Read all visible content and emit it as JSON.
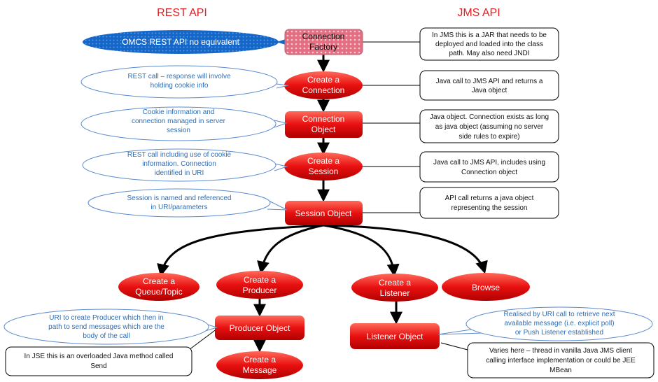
{
  "headers": {
    "rest": "REST API",
    "jms": "JMS API"
  },
  "omcs": [
    "OMCS REST API no equivalent"
  ],
  "nodes": {
    "connection_factory": [
      "Connection",
      "Factory"
    ],
    "create_connection": [
      "Create a",
      "Connection"
    ],
    "connection_object": [
      "Connection",
      "Object"
    ],
    "create_session": [
      "Create a",
      "Session"
    ],
    "session_object": [
      "Session Object"
    ],
    "create_queue_topic": [
      "Create a",
      "Queue/Topic"
    ],
    "create_producer": [
      "Create a",
      "Producer"
    ],
    "create_listener": [
      "Create a",
      "Listener"
    ],
    "browse": [
      "Browse"
    ],
    "producer_object": [
      "Producer Object"
    ],
    "listener_object": [
      "Listener Object"
    ],
    "create_message": [
      "Create a",
      "Message"
    ]
  },
  "rest_notes": {
    "create_connection": [
      "REST call – response will involve",
      "holding cookie info"
    ],
    "connection_object": [
      "Cookie information and",
      "connection managed in server",
      "session"
    ],
    "create_session": [
      "REST call including use of cookie",
      "information. Connection",
      "identified in URI"
    ],
    "session_object": [
      "Session is named and referenced",
      "in URI/parameters"
    ],
    "producer_object": [
      "URI to create Producer which then in",
      "path to send messages which are the",
      "body of the call"
    ],
    "listener_object": [
      "Realised by URI call to retrieve next",
      "available message (i.e. explicit poll)",
      "or Push Listener established"
    ]
  },
  "jms_notes": {
    "connection_factory": [
      "In JMS this is a JAR that needs to be",
      "deployed and loaded into the class",
      "path. May also need JNDI"
    ],
    "create_connection": [
      "Java call to JMS API and returns a",
      "Java object"
    ],
    "connection_object": [
      "Java object. Connection exists as long",
      "as java object (assuming no server",
      "side rules to expire)"
    ],
    "create_session": [
      "Java call to JMS API, includes using",
      "Connection object"
    ],
    "session_object": [
      "API call returns a java object",
      "representing the session"
    ],
    "listener_object": [
      "Varies here – thread in vanilla Java JMS client",
      "calling interface implementation or could be JEE",
      "MBean"
    ],
    "producer_object": [
      "In JSE this is an overloaded Java method called",
      "Send"
    ]
  },
  "colors": {
    "header": "#e02020",
    "node_red": "#e81010",
    "factory_pink": "#e8a0a8",
    "rest_blue": "#2e6db4",
    "omcs_blue": "#1a6fd0"
  }
}
